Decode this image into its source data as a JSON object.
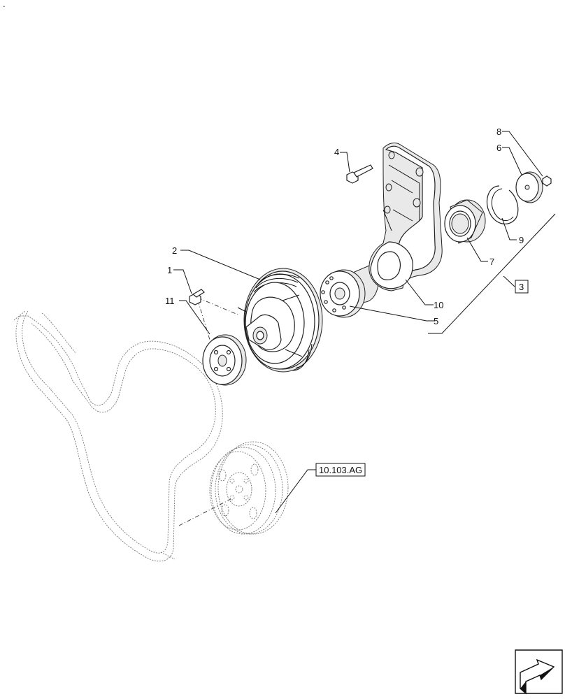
{
  "callouts": {
    "c1": "1",
    "c2": "2",
    "c3": "3",
    "c4": "4",
    "c5": "5",
    "c6": "6",
    "c7": "7",
    "c8": "8",
    "c9": "9",
    "c10": "10",
    "c11": "11"
  },
  "reference": "10.103.AG",
  "corner_mark": "."
}
